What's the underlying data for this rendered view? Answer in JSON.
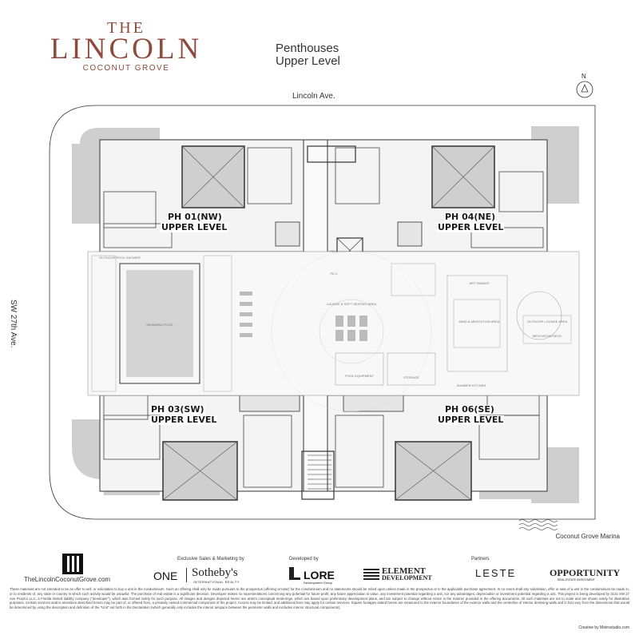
{
  "brand": {
    "logo_the": "THE",
    "logo_name": "LINCOLN",
    "logo_sub": "COCONUT GROVE"
  },
  "plan": {
    "title_line1": "Penthouses",
    "title_line2": "Upper Level",
    "north_label": "N",
    "street_top": "Lincoln Ave.",
    "street_left": "SW 27th Ave.",
    "units": [
      {
        "line1": "PH 01(NW)",
        "line2": "UPPER LEVEL"
      },
      {
        "line1": "PH 04(NE)",
        "line2": "UPPER LEVEL"
      },
      {
        "line1": "PH 03(SW)",
        "line2": "UPPER LEVEL"
      },
      {
        "line1": "PH 06(SE)",
        "line2": "UPPER LEVEL"
      }
    ],
    "rooms": {
      "pool": "SWIMMING POOL",
      "lounge": "LOUNGE & SOFT SEATING AREA",
      "art_swings": "ART SWINGS",
      "mind_area": "MIND & MEDITATION AREA",
      "outdoor_lounge": "OUTDOOR LOUNGE AREA",
      "meditation": "MEDITATION DECK",
      "summer_kitchen": "SUMMER KITCHEN",
      "storage": "STORAGE",
      "pool_equipment": "POOL EQUIPMENT",
      "outdoor_shower": "OUTDOOR POOL SHOWER",
      "pe1": "PE-1",
      "pe2": "PE-2"
    },
    "marina": "Coconut Grove Marina"
  },
  "footer": {
    "url": "TheLincolnCoconutGrove.com",
    "exclusive_caption": "Exclusive Sales & Marketing by",
    "one_label": "ONE",
    "sothebys_label": "Sotheby's",
    "sothebys_sub": "INTERNATIONAL REALTY",
    "developed_caption": "Developed by",
    "lore_label": "LORE",
    "lore_sub": "Development Group",
    "element_label": "ELEMENT",
    "element_sub": "DEVELOPMENT",
    "partners_caption": "Partners",
    "leste_label": "LESTE",
    "opportunity_label": "OPPORTUNITY",
    "opportunity_sub": "REAL ESTATE INVESTMENT",
    "disclaimer": "These materials are not intended to be an offer to sell, or solicitation to buy a unit in the condominium. Such an offering shall only be made pursuant to the prospectus (offering circular) for the condominium and no statements should be relied upon unless made in the prospectus or in the applicable purchase agreement. In no event shall any solicitation, offer or sale of a unit in the condominium be made in, or to residents of, any state or country in which such activity would be unlawful. The purchase of real estate is a significant decision. Developer makes no representations concerning any potential for future profit, any future appreciation in value, any investment potential regarding a unit, nor any advantages, depreciation or investment potential regarding a unit. This project is being developed by 3131 SW 27 Ave PropCo LLC, a Florida limited liability company (\"developer\"), which was formed solely for such purpose. All images and designs depicted herein are artist's conceptual renderings, which are based upon preliminary development plans, and are subject to change without notice in the manner provided in the offering documents. All such materials are not to scale and are shown solely for illustrative purposes. Certain services and/or amenities described herein may be part of, or offered from, a privately owned commercial component of the project. Access may be limited, and additional fees may apply for certain services. Square footages stated herein are measured to the exterior boundaries of the exterior walls and the centerline of interior demising walls and in fact vary from the dimensions that would be determined by using the description and definition of the \"Unit\" set forth in the Declaration (which generally only includes the interior airspace between the perimeter walls and excludes interior structural components).",
    "credit": "Creative by Metrostudio.com"
  },
  "colors": {
    "brand": "#8e4a3c",
    "plan_fill": "#cfcfcf",
    "wall": "#3a3a3a"
  }
}
